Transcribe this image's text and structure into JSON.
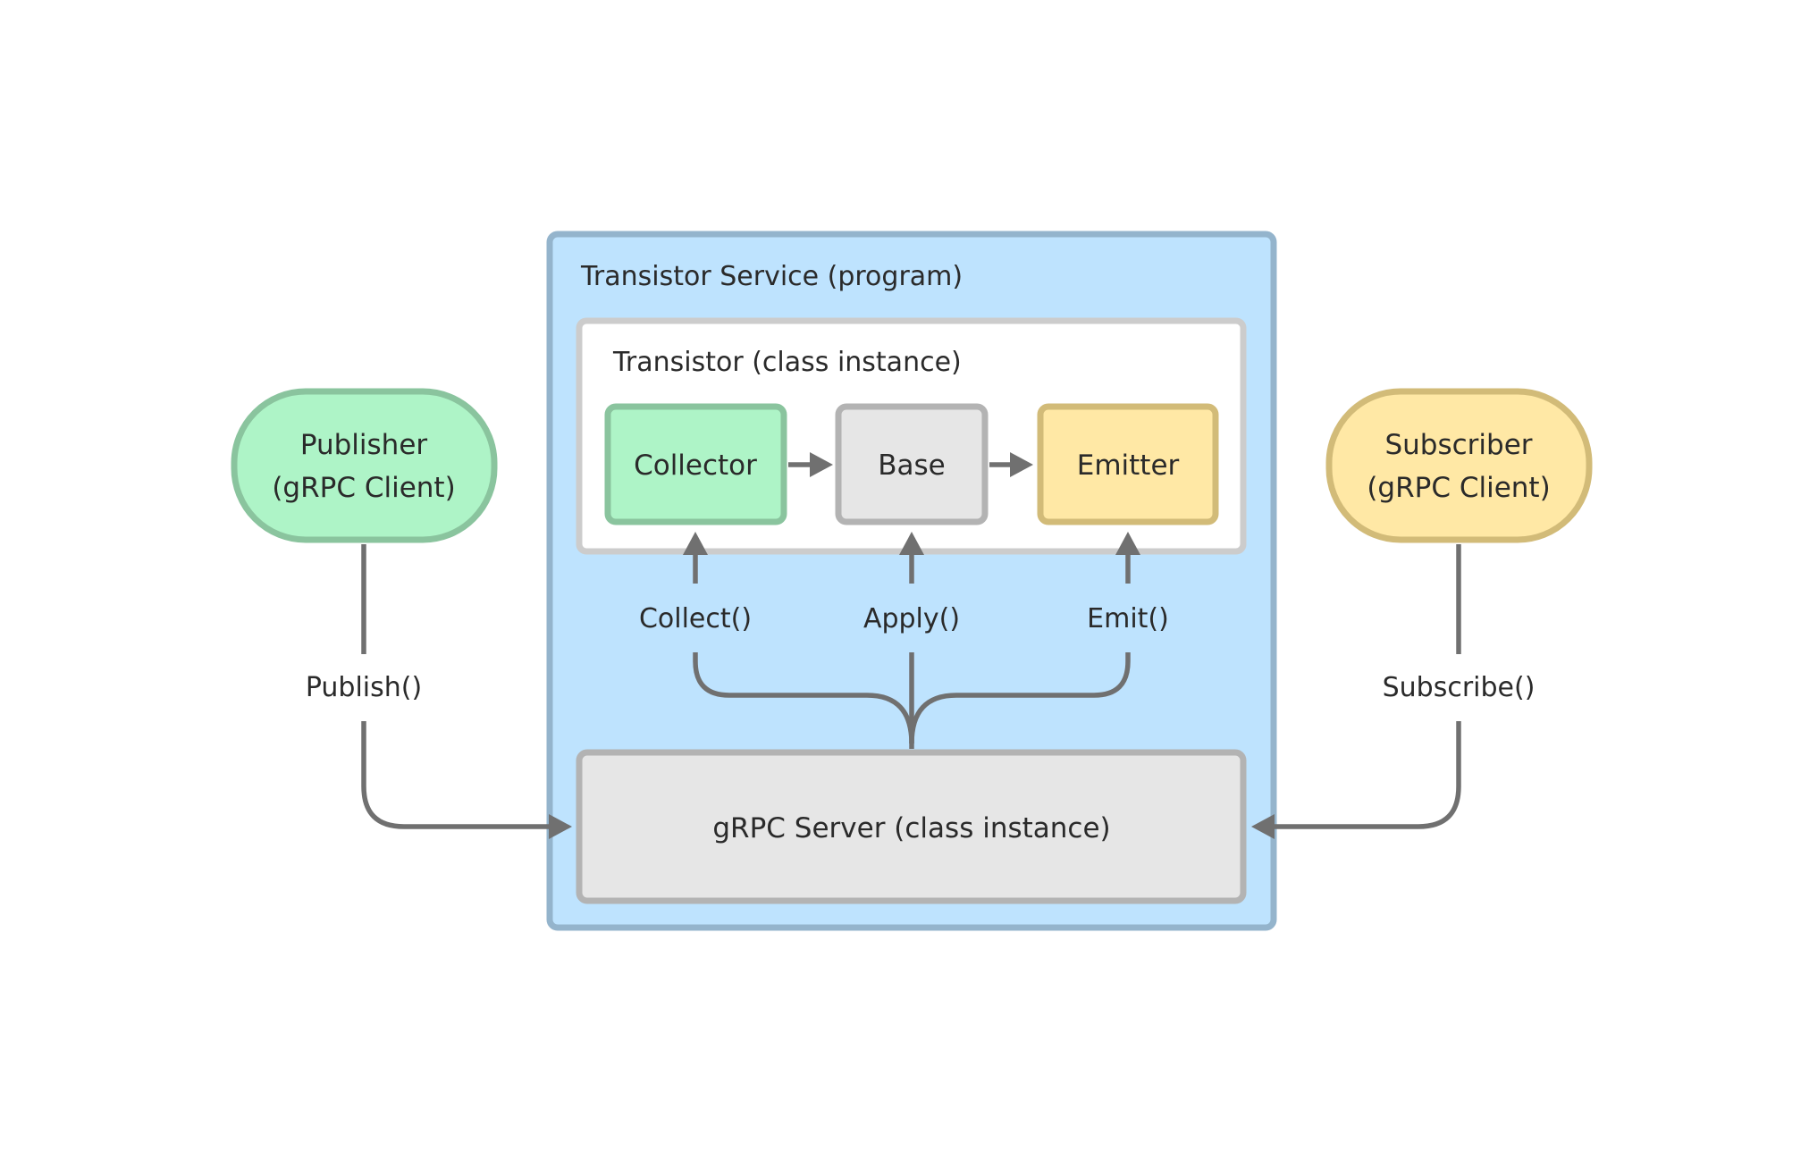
{
  "colors": {
    "service_fill": "#bee3fe",
    "service_border": "#94b4cc",
    "instance_fill": "#ffffff",
    "instance_border": "#cccccc",
    "green_fill": "#aef4c7",
    "green_border": "#8ac49e",
    "gray_fill": "#e6e6e6",
    "gray_border": "#b3b3b3",
    "yellow_fill": "#ffe8a5",
    "yellow_border": "#d2bb78",
    "arrow": "#707070",
    "text": "#2a2a2a"
  },
  "service": {
    "title": "Transistor Service (program)"
  },
  "transistor": {
    "title": "Transistor (class instance)",
    "collector": "Collector",
    "base": "Base",
    "emitter": "Emitter"
  },
  "grpc_server": {
    "label": "gRPC Server (class instance)"
  },
  "publisher": {
    "line1": "Publisher",
    "line2": "(gRPC Client)",
    "call": "Publish()"
  },
  "subscriber": {
    "line1": "Subscriber",
    "line2": "(gRPC Client)",
    "call": "Subscribe()"
  },
  "methods": {
    "collect": "Collect()",
    "apply": "Apply()",
    "emit": "Emit()"
  }
}
